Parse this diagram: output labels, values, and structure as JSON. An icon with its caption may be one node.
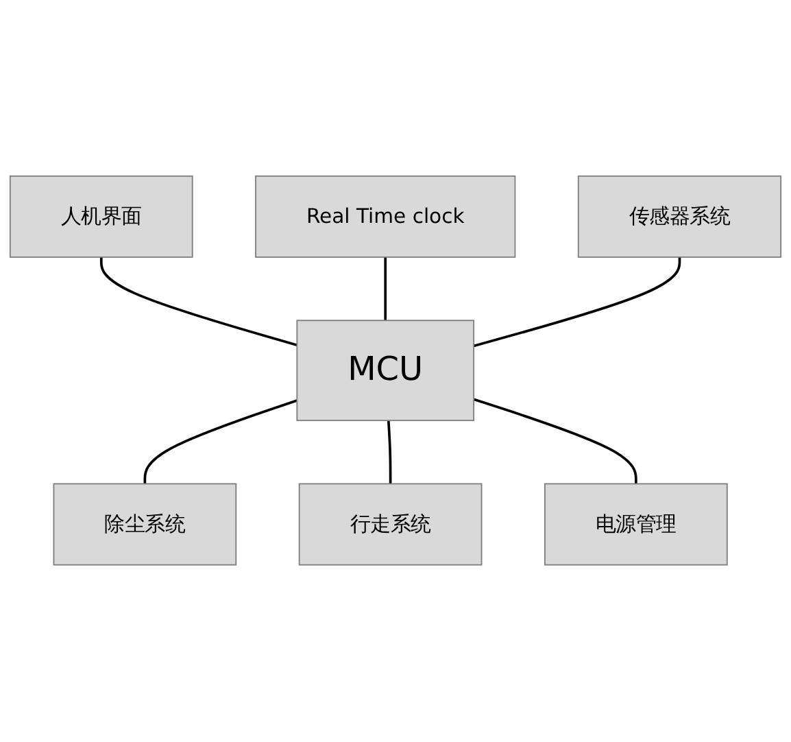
{
  "diagram": {
    "nodes": [
      {
        "text": [
          "人机界面"
        ]
      },
      {
        "text": [
          "Real Time clock"
        ]
      },
      {
        "text": [
          "除尘系统"
        ]
      },
      {
        "text": [
          "MCU"
        ]
      },
      {
        "text": [
          "传感器系统"
        ]
      },
      {
        "text": [
          "行走系统"
        ]
      },
      {
        "text": [
          "电源管理"
        ]
      }
    ],
    "edges": [
      {
        "from": 0,
        "to": 3,
        "arrow": "none"
      },
      {
        "from": 1,
        "to": 3,
        "arrow": "none"
      },
      {
        "from": 3,
        "to": 2,
        "arrow": "none"
      },
      {
        "from": 4,
        "to": 3,
        "arrow": "none"
      },
      {
        "from": 3,
        "to": 5,
        "arrow": "none"
      },
      {
        "from": 3,
        "to": 6,
        "arrow": "none"
      }
    ]
  }
}
